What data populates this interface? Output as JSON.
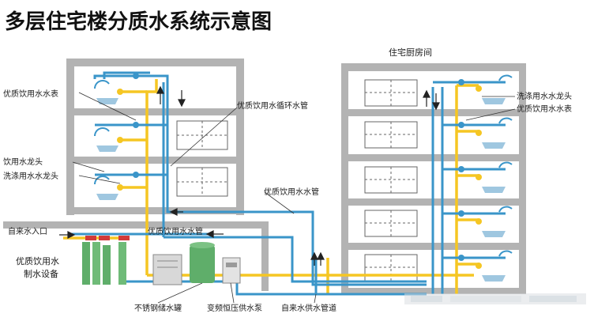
{
  "title": "多层住宅楼分质水系统示意图",
  "labels": {
    "kitchen": "住宅厨房间",
    "meter_left": "优质饮用水水表",
    "tap_drink_left": "饮用水龙头",
    "tap_wash_left": "洗涤用水水龙头",
    "circ_pipe": "优质饮用水循环水管",
    "supply_pipe_right": "优质饮用水水管",
    "supply_pipe_bottom": "优质饮用水水管",
    "city_inlet": "自来水入口",
    "equipment": [
      "优质饮用水",
      "制水设备"
    ],
    "tank": "不锈钢储水罐",
    "pump": "变频恒压供水泵",
    "city_pipe": "自来水供水管道",
    "tap_wash_right": "洗涤用水水龙头",
    "meter_right": "优质饮用水水表"
  },
  "colors": {
    "building": "#b3b3b3",
    "drinking_pipe": "#3a95c9",
    "tap_water_pipe": "#f5c623",
    "title": "#111111"
  }
}
